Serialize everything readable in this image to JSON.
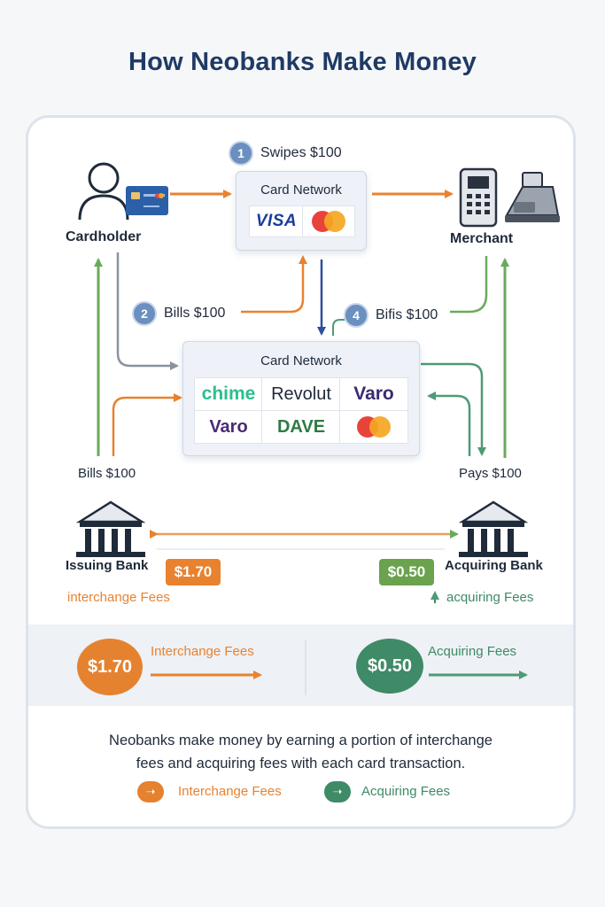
{
  "title": "How Neobanks Make Money",
  "nodes": {
    "cardholder": "Cardholder",
    "merchant": "Merchant",
    "issuing_bank": "Issuing Bank",
    "acquiring_bank": "Acquiring Bank"
  },
  "steps": {
    "s1": {
      "num": "1",
      "text": "Swipes $100"
    },
    "s2": {
      "num": "2",
      "text": "Bills $100"
    },
    "s4": {
      "num": "4",
      "text": "Bifis $100"
    }
  },
  "flow_labels": {
    "left": "Bills $100",
    "right": "Pays $100"
  },
  "card_network_top": {
    "title": "Card Network",
    "logos": [
      "VISA",
      "mastercard"
    ]
  },
  "card_network_mid": {
    "title": "Card Network",
    "logos": [
      "chime",
      "Revolut",
      "Varo",
      "Varo",
      "DAVE",
      "mastercard"
    ]
  },
  "fees": {
    "interchange_amount": "$1.70",
    "interchange_label": "interchange Fees",
    "acquiring_amount": "$0.50",
    "acquiring_label": "acquiring Fees"
  },
  "band": {
    "left_amount": "$1.70",
    "left_label": "Interchange Fees",
    "right_amount": "$0.50",
    "right_label": "Acquiring Fees"
  },
  "summary_line1": "Neobanks make money by earning a portion of interchange",
  "summary_line2": "fees and acquiring fees with each card transaction.",
  "legend": {
    "interchange": "Interchange Fees",
    "acquiring": "Acquiring Fees"
  },
  "colors": {
    "orange": "#e8822f",
    "green": "#5a9a4a",
    "teal_green": "#3f8a67",
    "navy": "#1f3a64",
    "gray_arrow": "#8a929e",
    "blue_arrow": "#2d4f9c"
  }
}
